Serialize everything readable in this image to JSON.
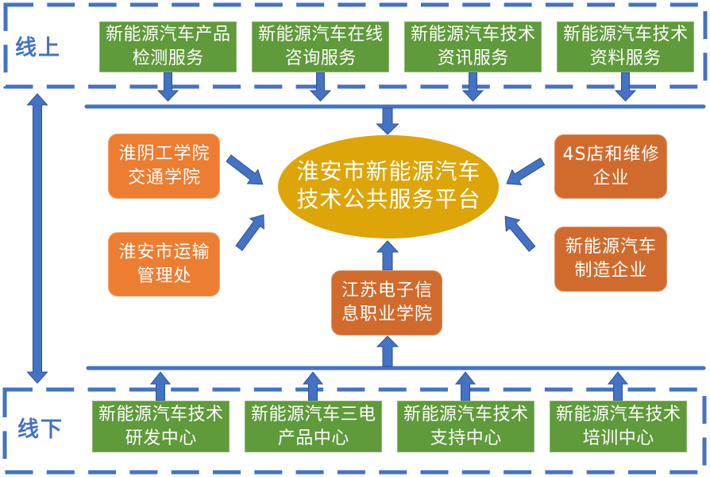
{
  "online_section": {
    "label": "线上",
    "services": [
      {
        "line1": "新能源汽车产品",
        "line2": "检测服务"
      },
      {
        "line1": "新能源汽车在线",
        "line2": "咨询服务"
      },
      {
        "line1": "新能源汽车技术",
        "line2": "资讯服务"
      },
      {
        "line1": "新能源汽车技术",
        "line2": "资料服务"
      }
    ]
  },
  "platform": {
    "line1": "淮安市新能源汽车",
    "line2": "技术公共服务平台"
  },
  "partners": {
    "left": [
      {
        "line1": "淮阴工学院",
        "line2": "交通学院"
      },
      {
        "line1": "淮安市运输",
        "line2": "管理处"
      }
    ],
    "right": [
      {
        "line1": "4S店和维修",
        "line2": "企业"
      },
      {
        "line1": "新能源汽车",
        "line2": "制造企业"
      }
    ],
    "bottom": {
      "line1": "江苏电子信",
      "line2": "息职业学院"
    }
  },
  "offline_section": {
    "label": "线下",
    "centers": [
      {
        "line1": "新能源汽车技术",
        "line2": "研发中心"
      },
      {
        "line1": "新能源汽车三电",
        "line2": "产品中心"
      },
      {
        "line1": "新能源汽车技术",
        "line2": "支持中心"
      },
      {
        "line1": "新能源汽车技术",
        "line2": "培训中心"
      }
    ]
  },
  "colors": {
    "accent_blue": "#4472C4",
    "arrow_blue": "#4472C4",
    "arrow_outline": "#2F528F",
    "service_green": "#5F9A3B",
    "partner_orange": "#ED7D31",
    "partner_orange_dark": "#D16B2D",
    "platform_gold": "#DDA507",
    "text_white": "#FFFFFF"
  }
}
